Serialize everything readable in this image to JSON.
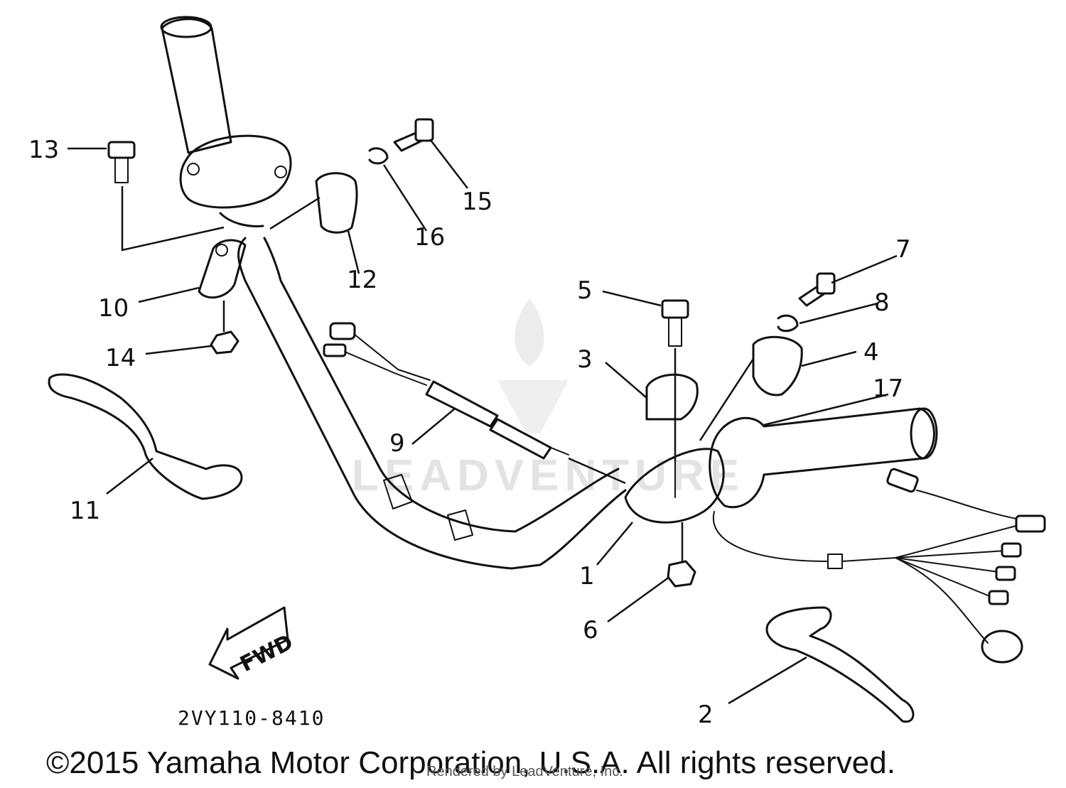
{
  "diagram": {
    "drawing_code": "2VY110-8410",
    "direction_arrow_label": "FWD",
    "copyright": "©2015 Yamaha Motor Corporation, U.S.A. All rights reserved.",
    "watermark": "LEADVENTURE",
    "render_credit": "Rendered by LeadVenture, Inc.",
    "callouts": [
      "1",
      "2",
      "3",
      "4",
      "5",
      "6",
      "7",
      "8",
      "9",
      "10",
      "11",
      "12",
      "13",
      "14",
      "15",
      "16",
      "17"
    ]
  }
}
